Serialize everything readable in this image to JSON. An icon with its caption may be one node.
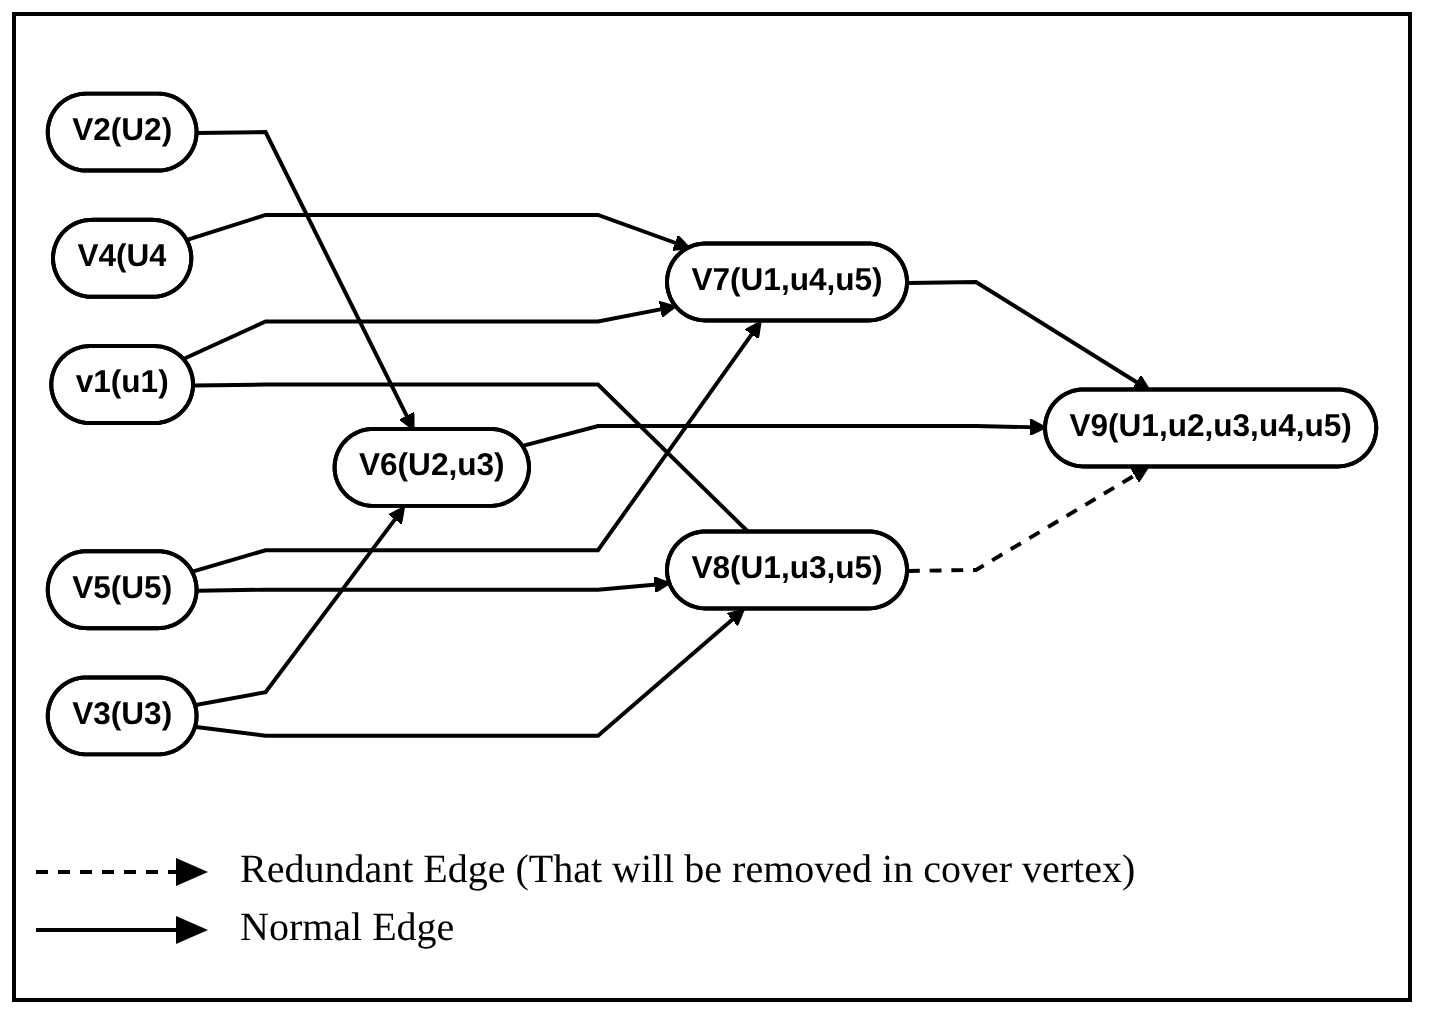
{
  "diagram": {
    "nodes": [
      {
        "text": [
          "v1(u1)"
        ]
      },
      {
        "text": [
          "V2(U2)"
        ]
      },
      {
        "text": [
          "V3(U3)"
        ]
      },
      {
        "text": [
          "V4(U4"
        ]
      },
      {
        "text": [
          "V5(U5)"
        ]
      },
      {
        "text": [
          "V6(U2,u3)"
        ]
      },
      {
        "text": [
          "V7(U1,u4,u5)"
        ]
      },
      {
        "text": [
          "V8(U1,u3,u5)"
        ]
      },
      {
        "text": [
          "V9(U1,u2,u3,u4,u5)"
        ]
      }
    ],
    "edges": [
      {
        "from": 0,
        "to": 6,
        "arrow": "to"
      },
      {
        "from": 0,
        "to": 7,
        "arrow": "none"
      },
      {
        "from": 1,
        "to": 5,
        "arrow": "to"
      },
      {
        "from": 2,
        "to": 5,
        "arrow": "to"
      },
      {
        "from": 2,
        "to": 7,
        "arrow": "to"
      },
      {
        "from": 3,
        "to": 6,
        "arrow": "to"
      },
      {
        "from": 4,
        "to": 6,
        "arrow": "to"
      },
      {
        "from": 4,
        "to": 7,
        "arrow": "to"
      },
      {
        "from": 5,
        "to": 8,
        "arrow": "to"
      },
      {
        "from": 6,
        "to": 8,
        "arrow": "to"
      },
      {
        "from": 7,
        "to": 8,
        "arrow": "to",
        "style": "dashed"
      }
    ],
    "legend": [
      {
        "text": "Redundant Edge (That will be removed in cover vertex)"
      },
      {
        "text": "Normal Edge"
      }
    ]
  }
}
